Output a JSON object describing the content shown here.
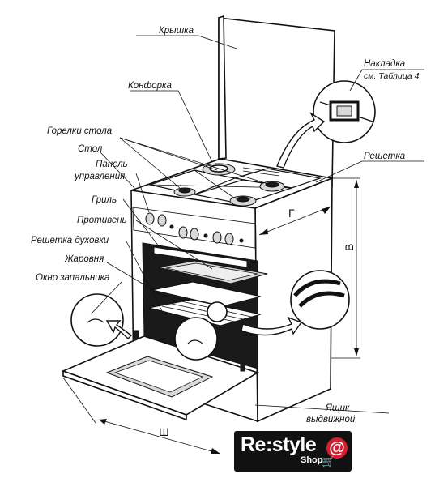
{
  "labels": {
    "lid": "Крышка",
    "burner": "Конфорка",
    "overlay": "Накладка",
    "overlay_ref": "см. Таблица 4",
    "table_burners": "Горелки стола",
    "table": "Стол",
    "panel_line1": "Панель",
    "panel_line2": "управления",
    "grate": "Решетка",
    "grill": "Гриль",
    "baking_tray": "Противень",
    "oven_rack": "Решетка духовки",
    "roasting_pan": "Жаровня",
    "ignition_window": "Окно запальника",
    "drawer_line1": "Ящик",
    "drawer_line2": "выдвижной"
  },
  "dimensions": {
    "depth": "Г",
    "height": "В",
    "width": "Ш"
  },
  "logo": {
    "brand": "Re:style",
    "sub": "Shop",
    "at": "@",
    "cart": "🛒"
  },
  "colors": {
    "logo_bg": "#111111",
    "logo_accent": "#d2202f"
  }
}
